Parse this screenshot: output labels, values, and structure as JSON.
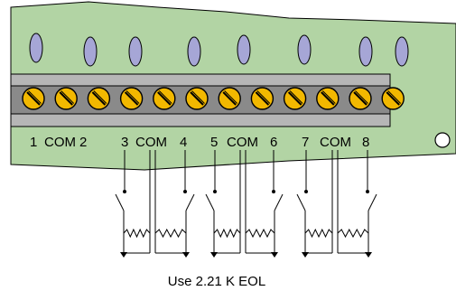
{
  "terminal_labels": [
    {
      "text": "1"
    },
    {
      "text": "COM"
    },
    {
      "text": "2"
    },
    {
      "text": "3"
    },
    {
      "text": "COM"
    },
    {
      "text": "4"
    },
    {
      "text": "5"
    },
    {
      "text": "COM"
    },
    {
      "text": "6"
    },
    {
      "text": "7"
    },
    {
      "text": "COM"
    },
    {
      "text": "8"
    }
  ],
  "caption": "Use 2.21 K EOL",
  "colors": {
    "board": "#b2d4a4",
    "terminal_block": "#8a8a8a",
    "terminal_block_light": "#b6b6b6",
    "screw": "#f2b800",
    "led": "#a6a6d6",
    "wire": "#000000"
  },
  "icons": {
    "screw": "slotted-screw-icon",
    "led": "oval-led-icon",
    "mounting_hole": "mounting-hole-icon",
    "switch": "normally-open-switch-icon",
    "resistor": "resistor-icon"
  }
}
